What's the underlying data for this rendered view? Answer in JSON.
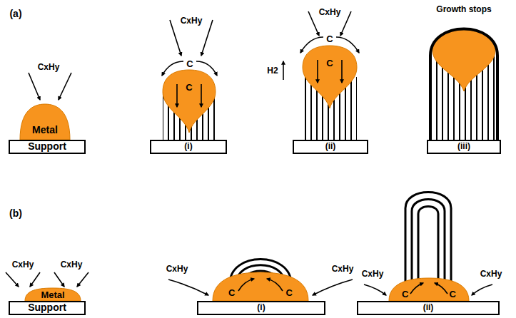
{
  "diagram": {
    "nodes": [
      {
        "text": [
          "Metal"
        ]
      },
      {
        "text": [
          "Support"
        ]
      },
      {
        "text": [
          "C"
        ]
      },
      {
        "text": [
          "(i)"
        ]
      },
      {
        "text": [
          "C"
        ]
      },
      {
        "text": [
          "(ii)"
        ]
      },
      {
        "text": [
          "(iii)"
        ]
      },
      {
        "text": [
          "Metal"
        ]
      },
      {
        "text": [
          "Support"
        ]
      },
      {
        "text": [
          "C",
          "C"
        ]
      },
      {
        "text": [
          "(i)"
        ]
      },
      {
        "text": [
          "C",
          "C"
        ]
      },
      {
        "text": [
          "(ii)"
        ]
      }
    ],
    "labels": [
      "(a)",
      "CxHy",
      "CxHy",
      "C",
      "H2",
      "CxHy",
      "C",
      "Growth stops",
      "(b)",
      "CxHy",
      "CxHy",
      "CxHy",
      "CxHy",
      "CxHy",
      "CxHy"
    ]
  }
}
